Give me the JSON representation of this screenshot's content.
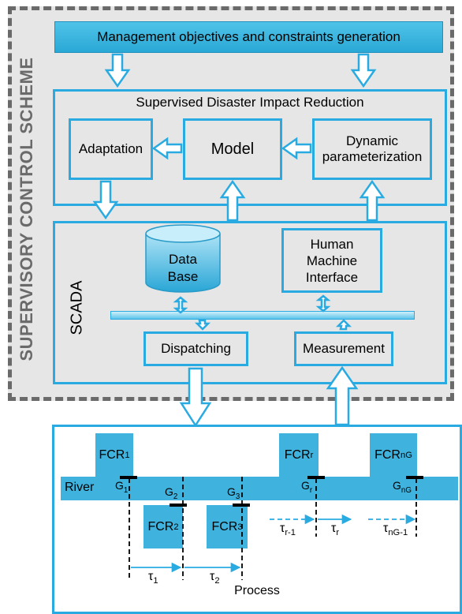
{
  "scheme_title": "SUPERVISORY CONTROL SCHEME",
  "management": {
    "label": "Management objectives and constraints generation"
  },
  "sdir": {
    "title": "Supervised Disaster Impact Reduction",
    "adaptation": "Adaptation",
    "model": "Model",
    "dynamic_1": "Dynamic",
    "dynamic_2": "parameterization"
  },
  "scada": {
    "label": "SCADA",
    "database_1": "Data",
    "database_2": "Base",
    "hmi_1": "Human",
    "hmi_2": "Machine",
    "hmi_3": "Interface",
    "dispatching": "Dispatching",
    "measurement": "Measurement"
  },
  "process": {
    "label": "Process",
    "river": "River",
    "fcr_prefix": "FCR",
    "fcr_subs": [
      "1",
      "2",
      "3",
      "r",
      "nG"
    ],
    "gate_prefix": "G",
    "gate_subs": [
      "1",
      "2",
      "3",
      "r",
      "nG"
    ],
    "tau": "τ",
    "tau_subs": [
      "1",
      "2",
      "r-1",
      "r",
      "nG-1"
    ]
  },
  "colors": {
    "accent": "#29abe2",
    "fill": "#3fb2dd",
    "panel": "#e6e6e6",
    "dash": "#6a6a6a"
  }
}
